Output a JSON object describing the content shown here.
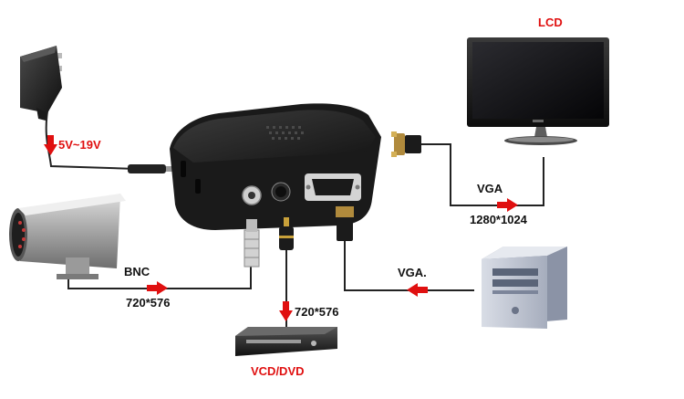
{
  "labels": {
    "lcd": "LCD",
    "power_rating": "5V~19V",
    "vga_out": "VGA",
    "vga_out_resolution": "1280*1024",
    "bnc": "BNC",
    "bnc_resolution": "720*576",
    "av_resolution": "720*576",
    "vga_in": "VGA.",
    "vcd_dvd": "VCD/DVD"
  },
  "colors": {
    "arrow": "#e01010",
    "label_accent": "#e01010",
    "cable": "#222222",
    "device": "#1a1a1a"
  },
  "icons": [
    "power-adapter-icon",
    "lcd-monitor-icon",
    "vga-connector-icon",
    "converter-box-icon",
    "security-camera-icon",
    "bnc-plug-icon",
    "rca-plug-icon",
    "desktop-computer-icon",
    "dvd-player-icon"
  ]
}
